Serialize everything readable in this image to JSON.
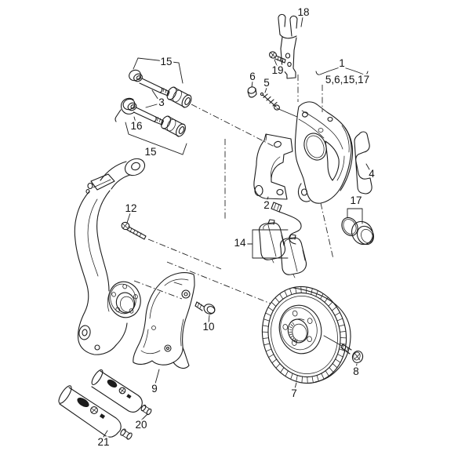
{
  "diagram": {
    "type": "exploded-parts-diagram",
    "subject": "front-brake-caliper-disc-and-knuckle",
    "background_color": "#ffffff",
    "line_color": "#1c1c1c",
    "callouts": {
      "c18": "18",
      "c19": "19",
      "c1": "1",
      "c1_group": "5,6,15,17",
      "c6": "6",
      "c5": "5",
      "c15_top": "15",
      "c3": "3",
      "c16": "16",
      "c15_bottom": "15",
      "c12": "12",
      "c2": "2",
      "c14": "14",
      "c4": "4",
      "c17": "17",
      "c10": "10",
      "c9": "9",
      "c7": "7",
      "c8": "8",
      "c20": "20",
      "c21": "21"
    }
  }
}
